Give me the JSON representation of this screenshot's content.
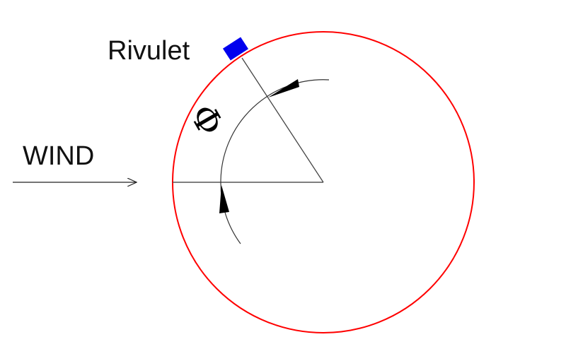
{
  "labels": {
    "rivulet": "Rivulet",
    "wind": "WIND",
    "angle": "Φ"
  },
  "colors": {
    "cylinder": "#ff0000",
    "rivulet": "#0000ee",
    "lines": "#444444"
  }
}
